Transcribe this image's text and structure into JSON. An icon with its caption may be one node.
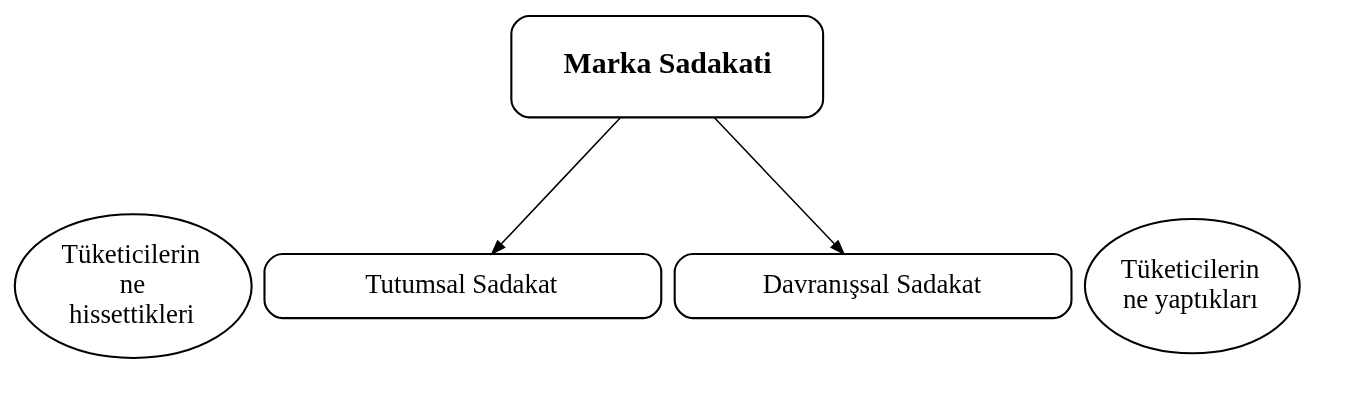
{
  "diagram": {
    "nodes": [
      {
        "text": [
          "Marka Sadakati"
        ]
      },
      {
        "text": [
          "Tüketicilerin ne hissettikleri"
        ]
      },
      {
        "text": [
          "Tutumsal Sadakat"
        ]
      },
      {
        "text": [
          "Davranışsal Sadakat"
        ]
      },
      {
        "text": [
          "Tüketicilerin ne yaptıkları"
        ]
      }
    ],
    "edges": [
      {
        "from": 0,
        "to": 2,
        "arrow": "to"
      },
      {
        "from": 0,
        "to": 3,
        "arrow": "to"
      }
    ]
  }
}
